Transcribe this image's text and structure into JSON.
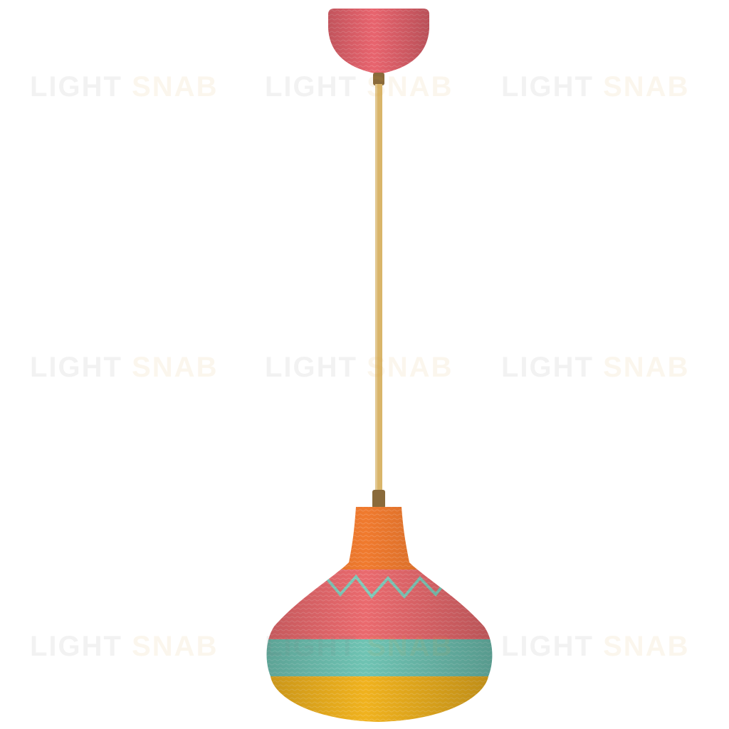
{
  "watermark": {
    "word1": "LIGHT",
    "word2": "SNAB"
  },
  "colors": {
    "background": "#ffffff",
    "canopy": "#e8646e",
    "cord": "#d9b56a",
    "fitting": "#8a6a3a",
    "shade_orange": "#f07a2e",
    "shade_pink": "#ea6a6e",
    "shade_zigzag": "#7ec9b8",
    "shade_teal": "#6fc3b3",
    "shade_yellow": "#f0b21e"
  },
  "icons": {
    "lamp": "pendant-lamp-illustration"
  }
}
